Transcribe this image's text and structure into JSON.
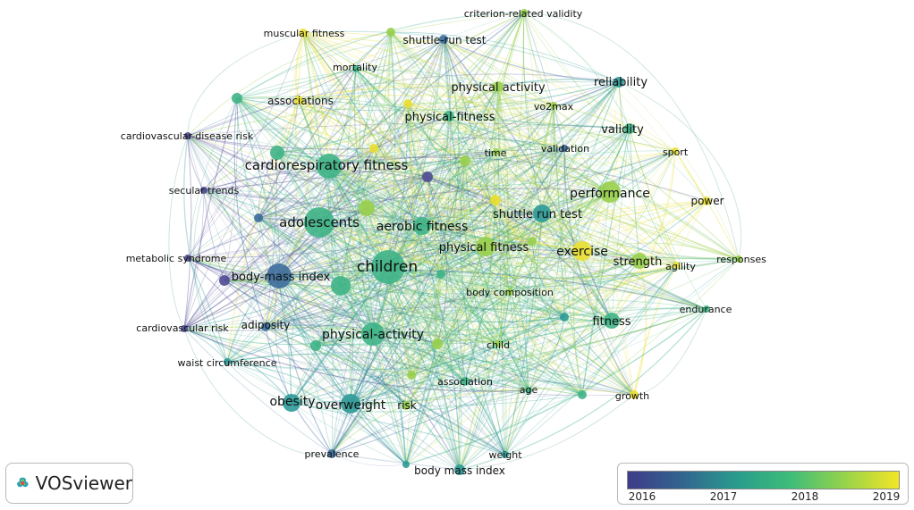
{
  "brand": {
    "name": "VOSviewer",
    "icon": "vosviewer-logo-icon"
  },
  "legend": {
    "ticks": [
      "2016",
      "2017",
      "2018",
      "2019"
    ],
    "colors": [
      "#3e3c88",
      "#31648f",
      "#2a9b8d",
      "#3dbd79",
      "#97d34a",
      "#f2e625"
    ]
  },
  "keywords": [
    {
      "label": "criterion-related validity"
    },
    {
      "label": "muscular fitness"
    },
    {
      "label": "shuttle-run test"
    },
    {
      "label": "mortality"
    },
    {
      "label": "reliability"
    },
    {
      "label": "associations"
    },
    {
      "label": "physical activity"
    },
    {
      "label": "vo2max"
    },
    {
      "label": "physical-fitness"
    },
    {
      "label": "validity"
    },
    {
      "label": "cardiovascular-disease risk"
    },
    {
      "label": "time"
    },
    {
      "label": "validation"
    },
    {
      "label": "sport"
    },
    {
      "label": "cardiorespiratory fitness"
    },
    {
      "label": "performance"
    },
    {
      "label": "secular trends"
    },
    {
      "label": "power"
    },
    {
      "label": "shuttle run test"
    },
    {
      "label": "adolescents"
    },
    {
      "label": "aerobic fitness"
    },
    {
      "label": "physical fitness"
    },
    {
      "label": "exercise"
    },
    {
      "label": "metabolic syndrome"
    },
    {
      "label": "responses"
    },
    {
      "label": "strength"
    },
    {
      "label": "agility"
    },
    {
      "label": "children"
    },
    {
      "label": "body-mass index"
    },
    {
      "label": "body composition"
    },
    {
      "label": "endurance"
    },
    {
      "label": "fitness"
    },
    {
      "label": "adiposity"
    },
    {
      "label": "cardiovascular risk"
    },
    {
      "label": "physical-activity"
    },
    {
      "label": "child"
    },
    {
      "label": "waist circumference"
    },
    {
      "label": "association"
    },
    {
      "label": "age"
    },
    {
      "label": "growth"
    },
    {
      "label": "obesity"
    },
    {
      "label": "overweight"
    },
    {
      "label": "risk"
    },
    {
      "label": "prevalence"
    },
    {
      "label": "weight"
    },
    {
      "label": "body mass index"
    }
  ]
}
